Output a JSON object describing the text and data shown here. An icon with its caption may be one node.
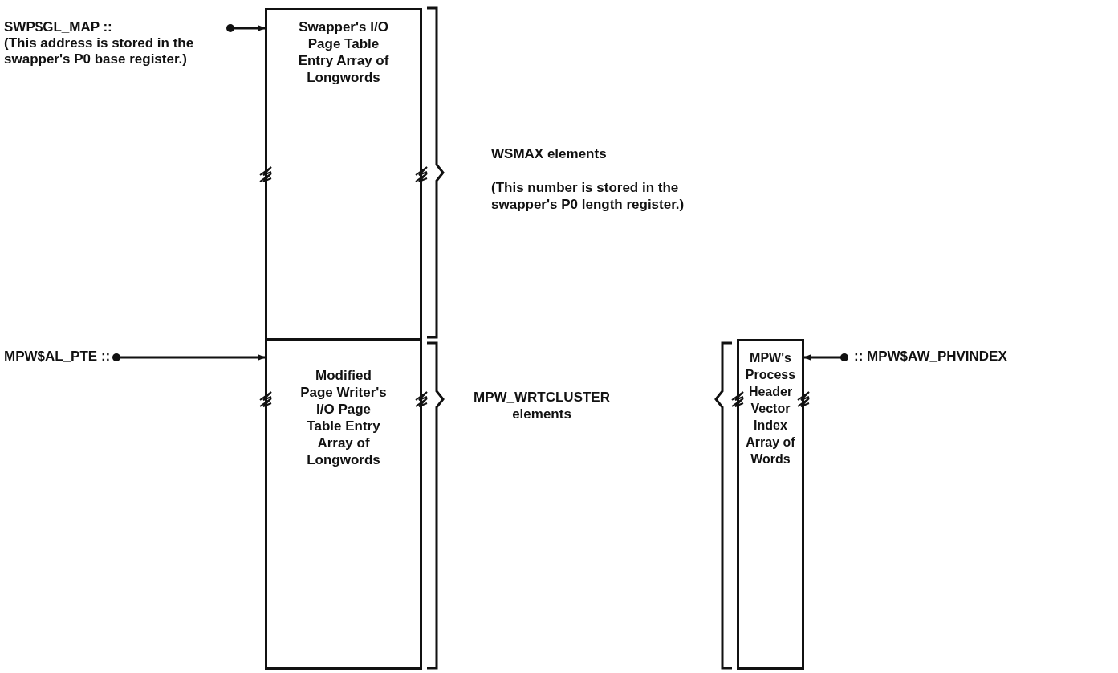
{
  "diagram": {
    "nodes": [
      {
        "text": [
          "SWP$GL_MAP ::",
          "(This address is stored in the swapper's P0 base register.)"
        ]
      },
      {
        "text": [
          "Swapper's I/O Page Table Entry Array of Longwords"
        ]
      },
      {
        "text": [
          "MPW$AL_PTE ::"
        ]
      },
      {
        "text": [
          "Modified Page Writer's I/O Page Table Entry Array of Longwords"
        ]
      },
      {
        "text": [
          "MPW's Process Header Vector Index Array of Words"
        ]
      },
      {
        "text": [
          ":: MPW$AW_PHVINDEX"
        ]
      }
    ],
    "edges": [
      {
        "from": 0,
        "to": 1,
        "arrow": "to"
      },
      {
        "from": 2,
        "to": 3,
        "arrow": "to"
      },
      {
        "from": 5,
        "to": 4,
        "arrow": "to"
      }
    ],
    "labels": [
      "WSMAX elements",
      "(This number is stored in the swapper's P0 length register.)",
      "MPW_WRTCLUSTER elements"
    ]
  }
}
